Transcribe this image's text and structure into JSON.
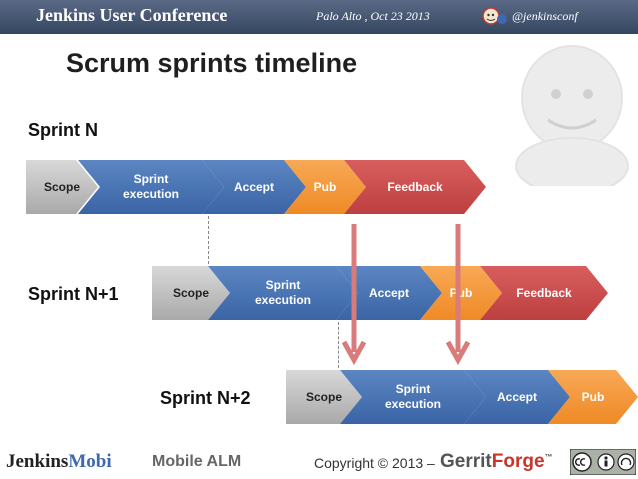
{
  "header": {
    "conference": "Jenkins User Conference",
    "venue": "Palo Alto ,   Oct 23  2013",
    "handle": "@jenkinsconf"
  },
  "title": "Scrum sprints timeline",
  "sprints": [
    {
      "label": "Sprint N",
      "phases": {
        "scope": "Scope",
        "execution_line1": "Sprint",
        "execution_line2": "execution",
        "accept": "Accept",
        "pub": "Pub",
        "feedback": "Feedback"
      }
    },
    {
      "label": "Sprint N+1",
      "phases": {
        "scope": "Scope",
        "execution_line1": "Sprint",
        "execution_line2": "execution",
        "accept": "Accept",
        "pub": "Pub",
        "feedback": "Feedback"
      }
    },
    {
      "label": "Sprint N+2",
      "phases": {
        "scope": "Scope",
        "execution_line1": "Sprint",
        "execution_line2": "execution",
        "accept": "Accept",
        "pub": "Pub"
      }
    }
  ],
  "footer": {
    "brand_a": "Jenkins",
    "brand_b": "Mobi",
    "product": "Mobile ALM",
    "copyright": "Copyright © 2013 –",
    "gf_a": "Gerrit",
    "gf_b": "Forge",
    "gf_tm": "™"
  },
  "colors": {
    "header": "#354661",
    "scope": "#bdbdbd",
    "execution": "#4a74b4",
    "pub": "#f39a3d",
    "feedback": "#c94a4a",
    "arrow": "#d97b7b"
  },
  "icons": {
    "header_logo": "jenkins-logo-icon",
    "mascot": "jenkins-butler-mascot",
    "license": "creative-commons-icon"
  }
}
